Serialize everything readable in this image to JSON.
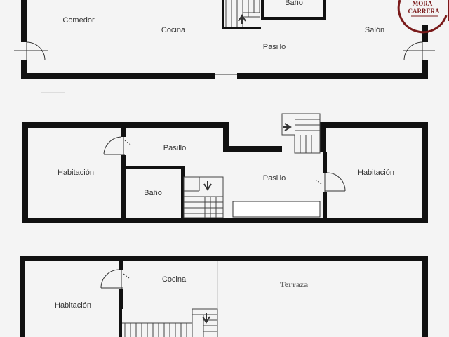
{
  "floor_top": {
    "rooms": {
      "comedor": "Comedor",
      "cocina": "Cocina",
      "pasillo": "Pasillo",
      "salon": "Salón",
      "bano": "Baño"
    }
  },
  "floor_middle": {
    "rooms": {
      "habitacion_left": "Habitación",
      "pasillo_upper": "Pasillo",
      "pasillo_lower": "Pasillo",
      "bano": "Baño",
      "habitacion_right": "Habitación"
    }
  },
  "floor_bottom": {
    "rooms": {
      "habitacion": "Habitación",
      "cocina": "Cocina",
      "terraza": "Terraza"
    }
  },
  "logo": {
    "line1": "MORA",
    "line2": "CARRERA"
  },
  "colors": {
    "wall": "#111111",
    "background": "#f4f4f4",
    "logo_ring": "#7a1a1a"
  }
}
